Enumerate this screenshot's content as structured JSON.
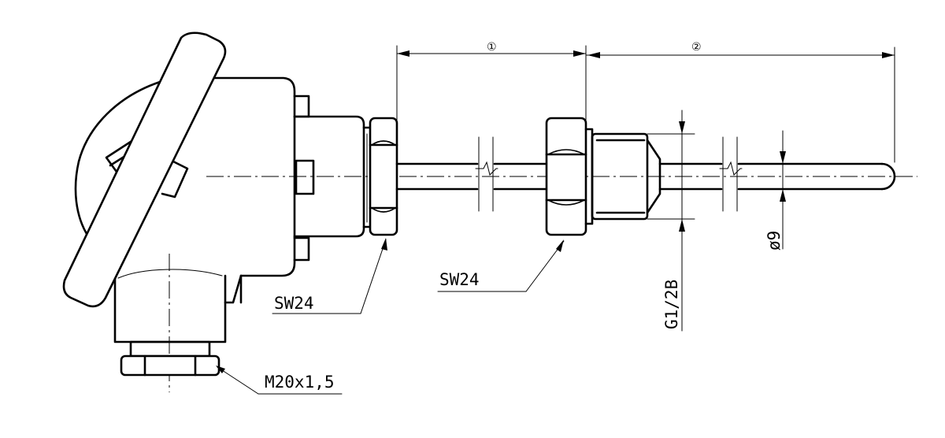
{
  "labels": {
    "hex_nut_head": "SW24",
    "hex_nut_fitting": "SW24",
    "cable_gland": "M20x1,5",
    "thread": "G1/2B",
    "diameter": "ø9",
    "dim_1": "①",
    "dim_2": "②"
  }
}
